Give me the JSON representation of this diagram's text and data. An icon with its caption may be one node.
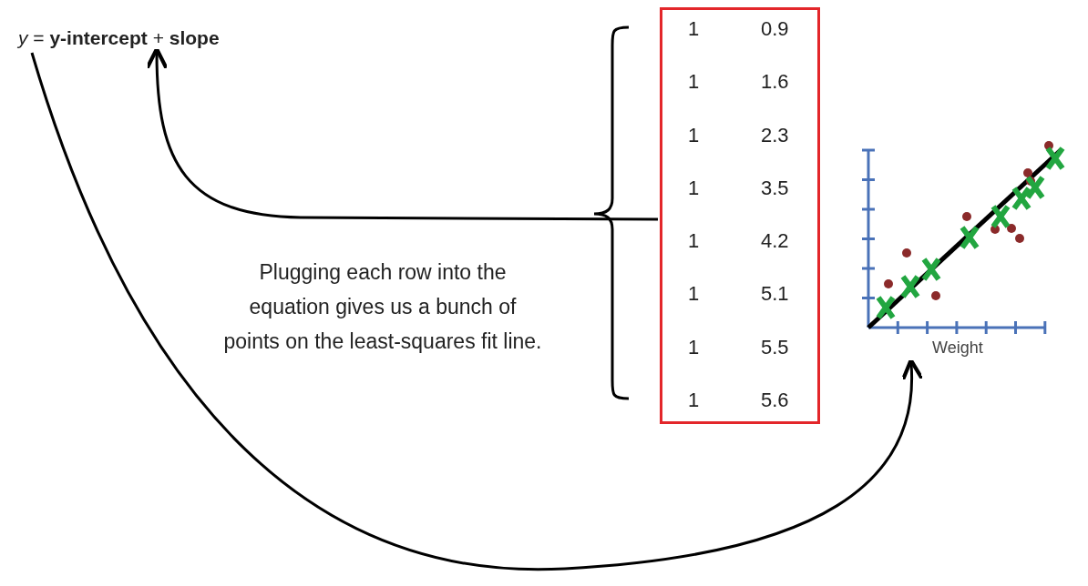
{
  "diagram": {
    "nodes": [
      {
        "text": [
          "*y* = **y-intercept** + **slope**"
        ]
      },
      {
        "text": [
          "1",
          "0.9",
          "1",
          "1.6",
          "1",
          "2.3",
          "1",
          "3.5",
          "1",
          "4.2",
          "1",
          "5.1",
          "1",
          "5.5",
          "1",
          "5.6"
        ]
      },
      {
        "text": [],
        "shape": "picture",
        "beside": [
          "Weight"
        ]
      }
    ],
    "edges": [
      {
        "from": 1,
        "to": 0,
        "arrow": "to"
      },
      {
        "from": 0,
        "to": 2,
        "arrow": "to"
      }
    ],
    "labels": [
      "Plugging each row into the equation gives us a bunch of points on the least-squares fit line."
    ]
  }
}
